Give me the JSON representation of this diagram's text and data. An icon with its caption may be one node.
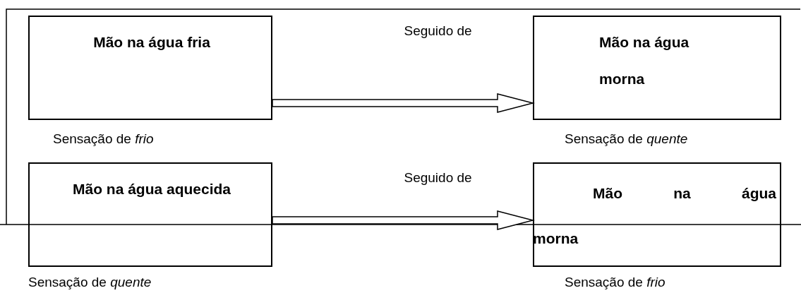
{
  "diagram": {
    "nodes": [
      {
        "text": [
          "Mão na água fria"
        ],
        "beside": [
          "Sensação de *frio*"
        ]
      },
      {
        "text": [
          "Mão na água morna"
        ],
        "beside": [
          "Sensação de *quente*"
        ]
      },
      {
        "text": [
          "Mão na água aquecida"
        ],
        "beside": [
          "Sensação de *quente*"
        ]
      },
      {
        "text": [
          "Mão na água morna"
        ],
        "beside": [
          "Sensação de *frio*"
        ]
      }
    ],
    "edges": [
      {
        "from": 0,
        "to": 1,
        "arrow": "to",
        "label": "Seguido de"
      },
      {
        "from": 2,
        "to": 3,
        "arrow": "to",
        "label": "Seguido de"
      }
    ]
  }
}
